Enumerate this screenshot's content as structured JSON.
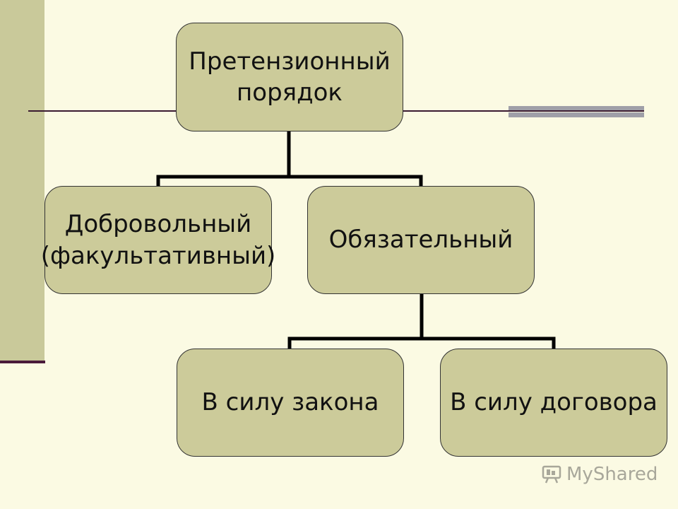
{
  "diagram": {
    "root": {
      "label": "Претензионный\nпорядок"
    },
    "children": [
      {
        "label": "Добровольный\n(факультативный)"
      },
      {
        "label": "Обязательный"
      }
    ],
    "grandchildren": [
      {
        "label": "В силу закона"
      },
      {
        "label": "В силу договора"
      }
    ]
  },
  "watermark": {
    "text": "MyShared",
    "icon": "presentation-board-icon"
  },
  "colors": {
    "background": "#fbfae3",
    "node_fill": "#cccb9a",
    "left_band": "#c9c99a",
    "connector": "#000000"
  }
}
